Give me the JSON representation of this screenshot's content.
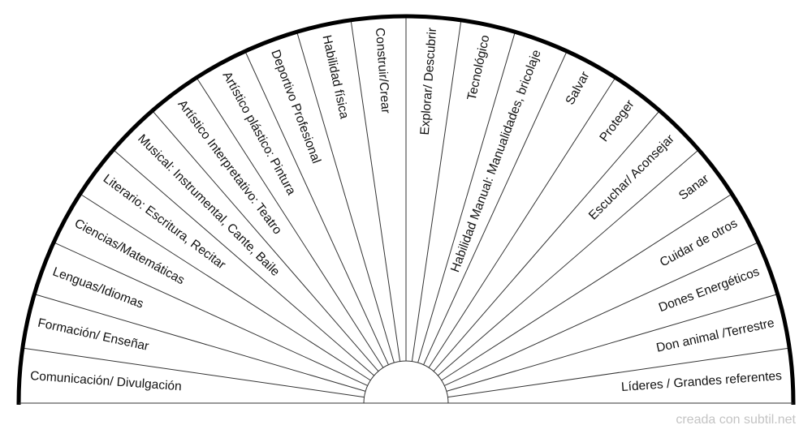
{
  "chart_data": {
    "type": "semicircle-pendulum-chart",
    "segments": [
      "Comunicación/ Divulgación",
      "Formación/ Enseñar",
      "Lenguas/Idiomas",
      "Ciencias/Matemáticas",
      "Literario: Escritura, Recitar",
      "Musical: Instrumental, Cante, Baile",
      "Artístico Interpretativo: Teatro",
      "Artístico plástico: Pintura",
      "Deportivo Profesional",
      "Habilidad física",
      "Construir/Crear",
      "Explorar/ Descubrir",
      "Tecnológico",
      "Habilidad Manual: Manualidades, bricolaje",
      "Salvar",
      "Proteger",
      "Escuchar/ Aconsejar",
      "Sanar",
      "Cuidar de otros",
      "Dones Energéticos",
      "Don animal /Terrestre",
      "Líderes / Grandes referentes"
    ],
    "colors": {
      "outline": "#000000",
      "spokes": "#333333",
      "text": "#111111",
      "credit": "#c4c4c4"
    }
  },
  "credit": "creada con subtil.net"
}
